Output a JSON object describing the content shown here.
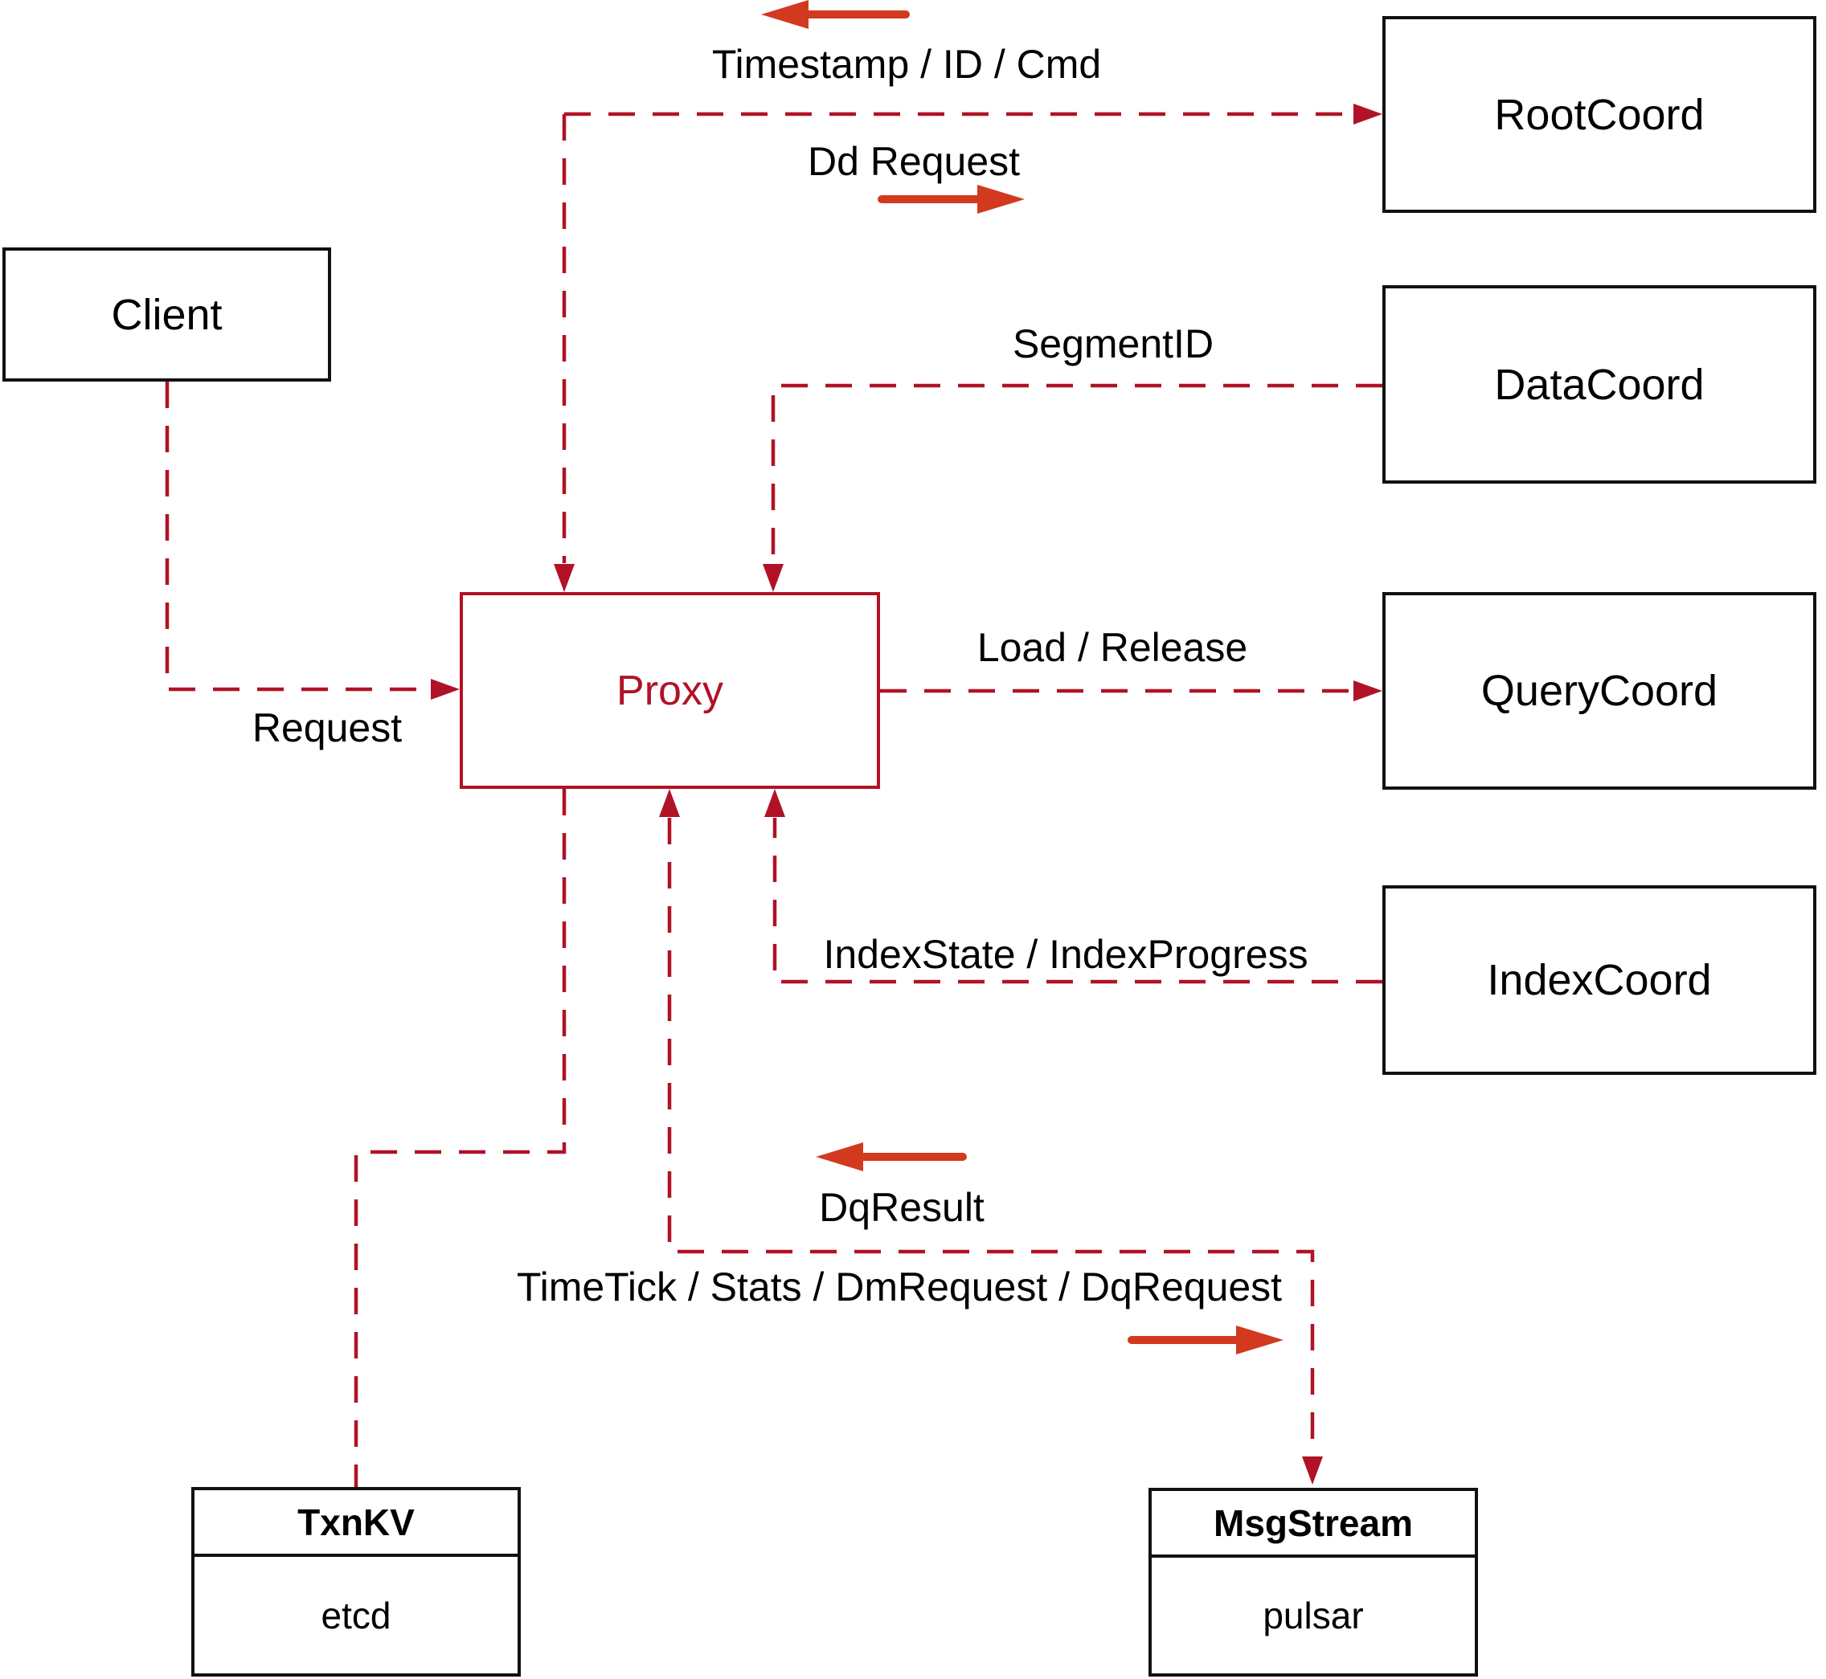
{
  "nodes": {
    "client": {
      "label": "Client"
    },
    "proxy": {
      "label": "Proxy"
    },
    "root_coord": {
      "label": "RootCoord"
    },
    "data_coord": {
      "label": "DataCoord"
    },
    "query_coord": {
      "label": "QueryCoord"
    },
    "index_coord": {
      "label": "IndexCoord"
    },
    "txn_kv": {
      "title": "TxnKV",
      "impl": "etcd"
    },
    "msg_stream": {
      "title": "MsgStream",
      "impl": "pulsar"
    }
  },
  "edge_labels": {
    "timestamp": "Timestamp / ID / Cmd",
    "dd_request": "Dd Request",
    "segment_id": "SegmentID",
    "load_release": "Load / Release",
    "request": "Request",
    "index_state": "IndexState / IndexProgress",
    "dq_result": "DqResult",
    "time_tick": "TimeTick / Stats / DmRequest / DqRequest"
  },
  "colors": {
    "connector_dashed": "#b11226",
    "arrow_solid": "#d2391e",
    "box_border": "#111111",
    "proxy_accent": "#b11226",
    "text": "#000000",
    "background": "#ffffff"
  }
}
